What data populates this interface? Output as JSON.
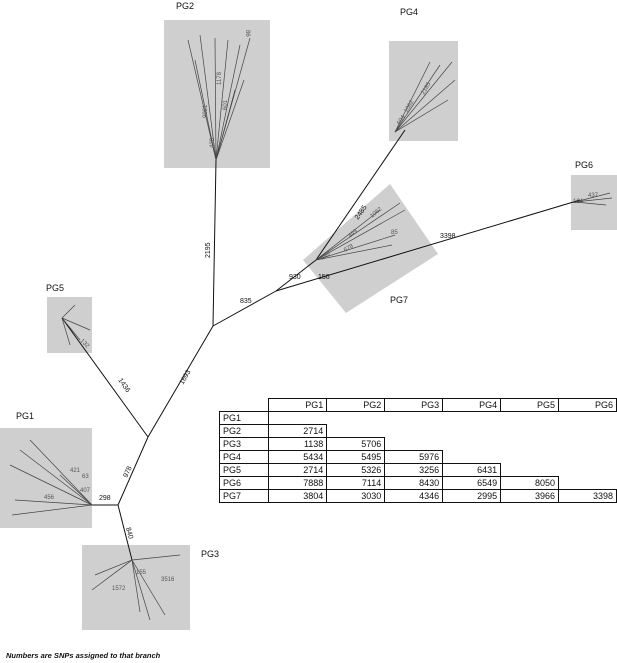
{
  "groups": [
    {
      "id": "PG2",
      "label": "PG2"
    },
    {
      "id": "PG4",
      "label": "PG4"
    },
    {
      "id": "PG6",
      "label": "PG6"
    },
    {
      "id": "PG7",
      "label": "PG7"
    },
    {
      "id": "PG5",
      "label": "PG5"
    },
    {
      "id": "PG1",
      "label": "PG1"
    },
    {
      "id": "PG3",
      "label": "PG3"
    }
  ],
  "branches": {
    "pg2_stem": "2195",
    "pg4_stem": "2485",
    "pg6_stem": "3398",
    "pg7_inner": "930",
    "pg7_stem": "156",
    "center_right": "835",
    "center_left": "1693",
    "pg5_stem": "1436",
    "lower_stem": "978",
    "pg1_stem": "298",
    "pg3_stem": "840"
  },
  "inner_numbers": {
    "pg2": [
      "1178",
      "9021",
      "601",
      "428",
      "86"
    ],
    "pg4": [
      "604",
      "1062",
      "2185"
    ],
    "pg6": [
      "124",
      "437"
    ],
    "pg7": [
      "540",
      "678",
      "449",
      "1062",
      "85"
    ],
    "pg5": [
      "132"
    ],
    "pg1": [
      "456",
      "407",
      "421",
      "63"
    ],
    "pg3": [
      "3516",
      "155",
      "1572"
    ]
  },
  "table": {
    "columns": [
      "PG1",
      "PG2",
      "PG3",
      "PG4",
      "PG5",
      "PG6"
    ],
    "rows": [
      {
        "label": "PG1",
        "values": []
      },
      {
        "label": "PG2",
        "values": [
          "2714"
        ]
      },
      {
        "label": "PG3",
        "values": [
          "1138",
          "5706"
        ]
      },
      {
        "label": "PG4",
        "values": [
          "5434",
          "5495",
          "5976"
        ]
      },
      {
        "label": "PG5",
        "values": [
          "2714",
          "5326",
          "3256",
          "6431"
        ]
      },
      {
        "label": "PG6",
        "values": [
          "7888",
          "7114",
          "8430",
          "6549",
          "8050"
        ]
      },
      {
        "label": "PG7",
        "values": [
          "3804",
          "3030",
          "4346",
          "2995",
          "3966",
          "3398"
        ]
      }
    ]
  },
  "footnote": "Numbers are SNPs assigned to that branch",
  "colors": {
    "box": "#cfcfcf",
    "line": "#111111",
    "leaf": "#444444"
  }
}
